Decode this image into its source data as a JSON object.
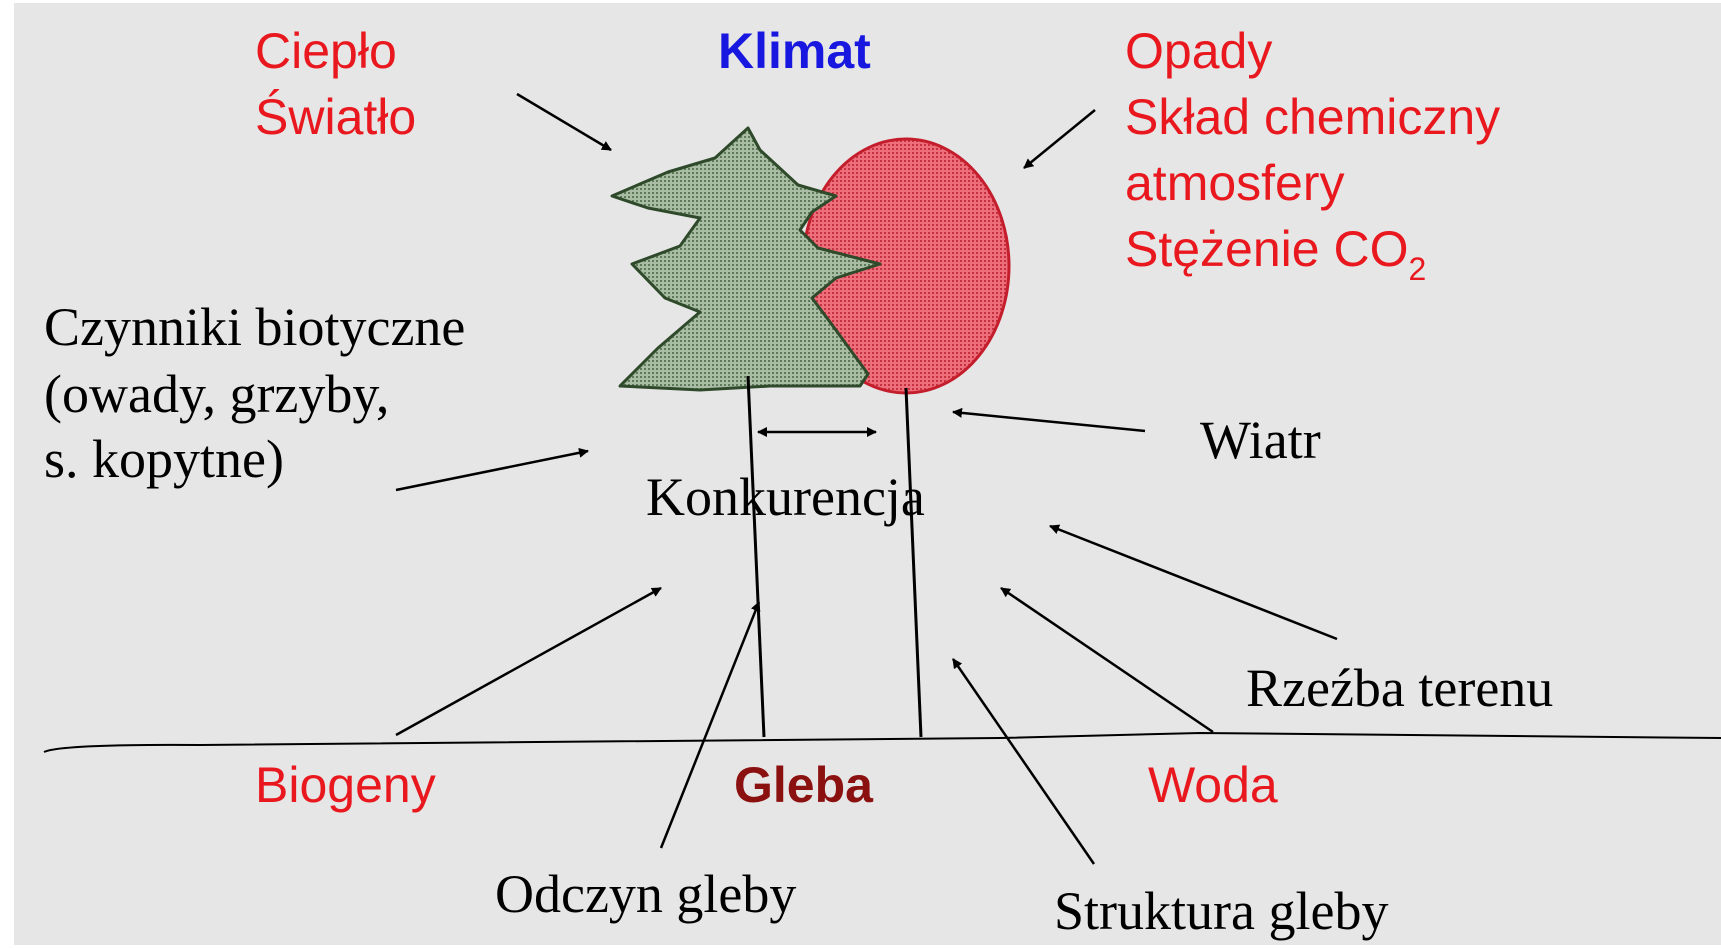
{
  "climate": {
    "title": "Klimat",
    "left": [
      "Ciepło",
      "Światło"
    ],
    "right": [
      "Opady",
      "Skład chemiczny",
      "atmosfery",
      "Stężenie CO",
      "2"
    ]
  },
  "biotic": [
    "Czynniki biotyczne",
    "(owady, grzyby,",
    "s. kopytne)"
  ],
  "competition": "Konkurencja",
  "wind": "Wiatr",
  "relief": "Rzeźba terenu",
  "soil": {
    "title": "Gleba",
    "nutrients": "Biogeny",
    "water": "Woda",
    "reaction": "Odczyn gleby",
    "structure": "Struktura gleby"
  },
  "colors": {
    "climate_factors": "#e8181e",
    "climate_title": "#1717e0",
    "soil_title": "#8b1010",
    "spruce_fill": "#8fa58a",
    "deciduous_fill": "#e05060",
    "background": "#e6e6e6"
  }
}
